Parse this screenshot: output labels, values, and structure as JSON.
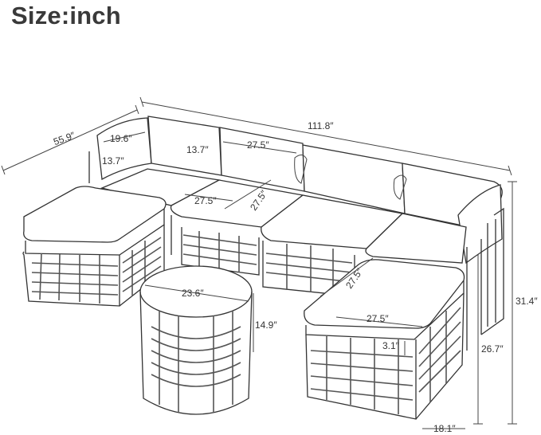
{
  "header": {
    "title": "Size:inch"
  },
  "dimensions": {
    "overall_length": "111.8″",
    "overall_depth": "55.9″",
    "back_cushion_width": "19.6″",
    "back_cushion_height_left": "13.7″",
    "back_cushion_height_mid": "13.7″",
    "back_width_top": "27.5″",
    "seat_width": "27.5″",
    "seat_depth": "27.5″",
    "ottoman_depth": "27.5″",
    "ottoman_width": "27.5″",
    "table_diameter": "23.6″",
    "table_height": "14.9″",
    "total_height": "31.4″",
    "seat_height": "26.7″",
    "cushion_thickness": "3.1″",
    "frame_width": "18.1″"
  }
}
